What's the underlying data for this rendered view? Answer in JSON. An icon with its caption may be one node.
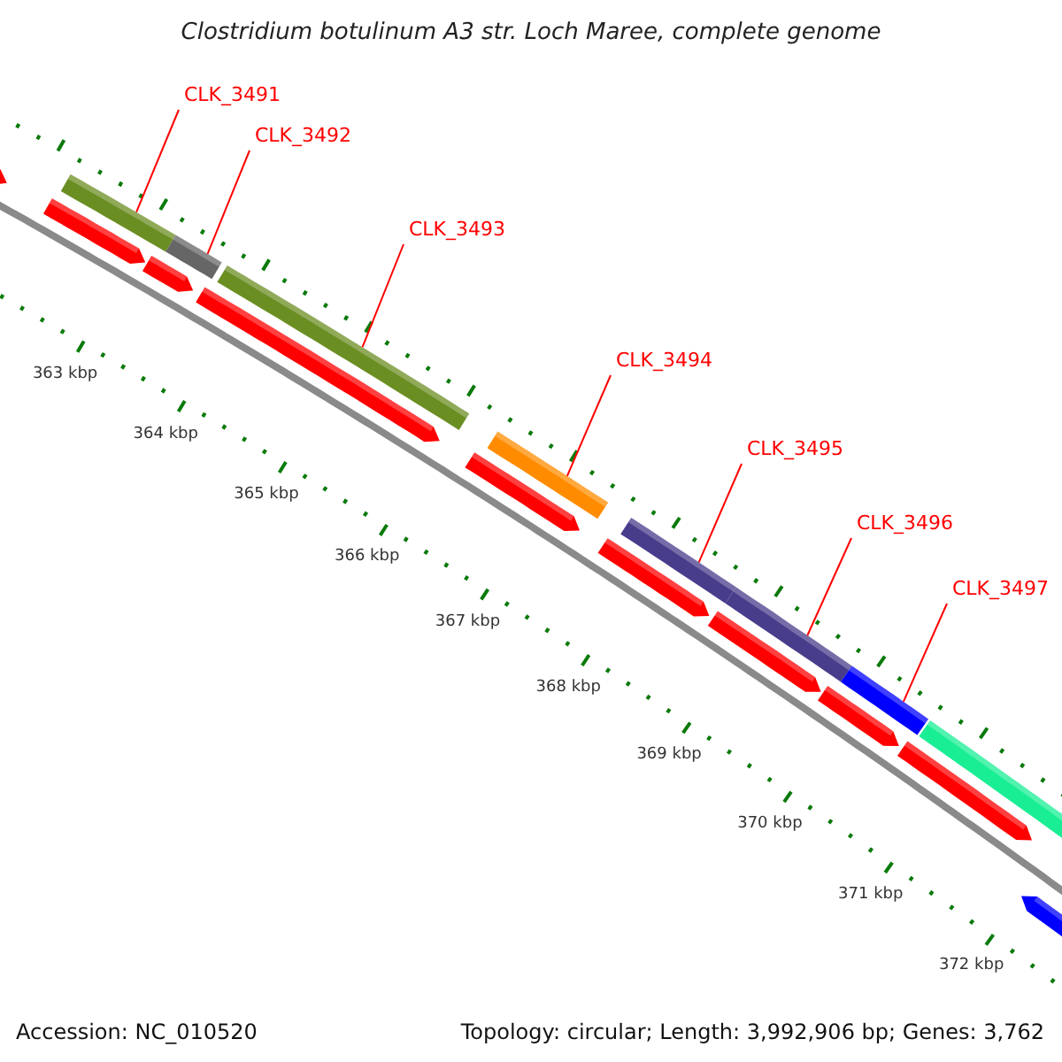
{
  "diagram": {
    "title": "Clostridium botulinum A3 str. Loch Maree, complete genome",
    "nodes": [
      {
        "text": [
          "CLK_3491"
        ]
      },
      {
        "text": [
          "CLK_3492"
        ]
      },
      {
        "text": [
          "CLK_3493"
        ]
      },
      {
        "text": [
          "CLK_3494"
        ]
      },
      {
        "text": [
          "CLK_3495"
        ]
      },
      {
        "text": [
          "CLK_3496"
        ]
      },
      {
        "text": [
          "CLK_3497"
        ]
      },
      {
        "text": [],
        "shape": "bar"
      },
      {
        "text": [],
        "shape": "bar"
      },
      {
        "text": [],
        "shape": "bar"
      },
      {
        "text": [],
        "shape": "bar"
      },
      {
        "text": [],
        "shape": "bar"
      },
      {
        "text": [],
        "shape": "bar"
      },
      {
        "text": [],
        "shape": "bar"
      }
    ],
    "edges": [
      {
        "from": 0,
        "to": 7,
        "arrow": "none"
      },
      {
        "from": 1,
        "to": 8,
        "arrow": "none"
      },
      {
        "from": 2,
        "to": 9,
        "arrow": "none"
      },
      {
        "from": 3,
        "to": 10,
        "arrow": "none"
      },
      {
        "from": 4,
        "to": 11,
        "arrow": "none"
      },
      {
        "from": 5,
        "to": 12,
        "arrow": "none"
      },
      {
        "from": 6,
        "to": 13,
        "arrow": "none"
      }
    ],
    "labels": [
      "363 kbp",
      "364 kbp",
      "365 kbp",
      "366 kbp",
      "367 kbp",
      "368 kbp",
      "369 kbp",
      "370 kbp",
      "371 kbp",
      "372 kbp",
      "Accession: NC_010520",
      "Topology: circular; Length: 3,992,906 bp; Genes: 3,762"
    ]
  }
}
